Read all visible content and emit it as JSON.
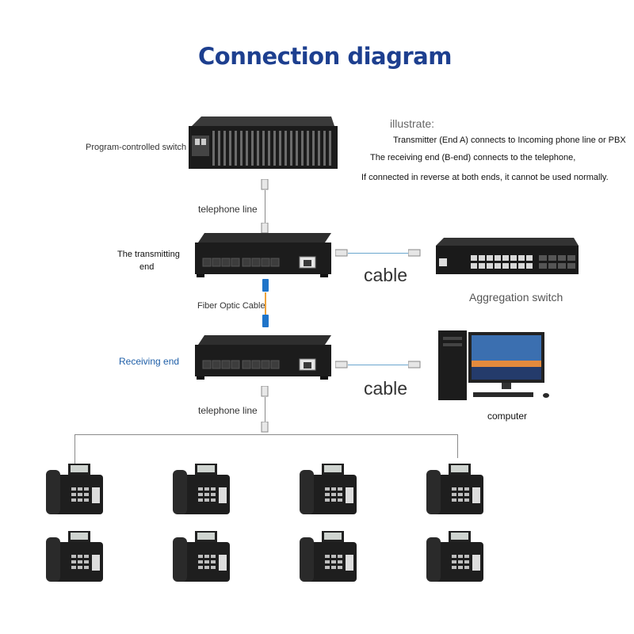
{
  "diagram": {
    "title": "Connection diagram",
    "notes": {
      "heading": "illustrate:",
      "line1": "Transmitter (End A) connects to Incoming phone line or PBX",
      "line2": "The receiving end (B-end) connects to the telephone,",
      "line3": "If connected in reverse at both ends, it cannot be used normally."
    },
    "labels": {
      "program_switch": "Program-controlled switch",
      "telephone_line_1": "telephone line",
      "transmitting_end_1": "The transmitting",
      "transmitting_end_2": "end",
      "cable_1": "cable",
      "aggregation_switch": "Aggregation switch",
      "fiber_optic_cable": "Fiber Optic Cable",
      "receiving_end": "Receiving end",
      "cable_2": "cable",
      "computer": "computer",
      "telephone_line_2": "telephone line"
    },
    "colors": {
      "title": "#1d3f8f",
      "receiving_end_label": "#1f5fa8",
      "device_body": "#1c1c1c",
      "fiber": "#f0a33a",
      "connector_blue": "#1f74c9"
    },
    "phones_count_display": "8 telephones"
  }
}
